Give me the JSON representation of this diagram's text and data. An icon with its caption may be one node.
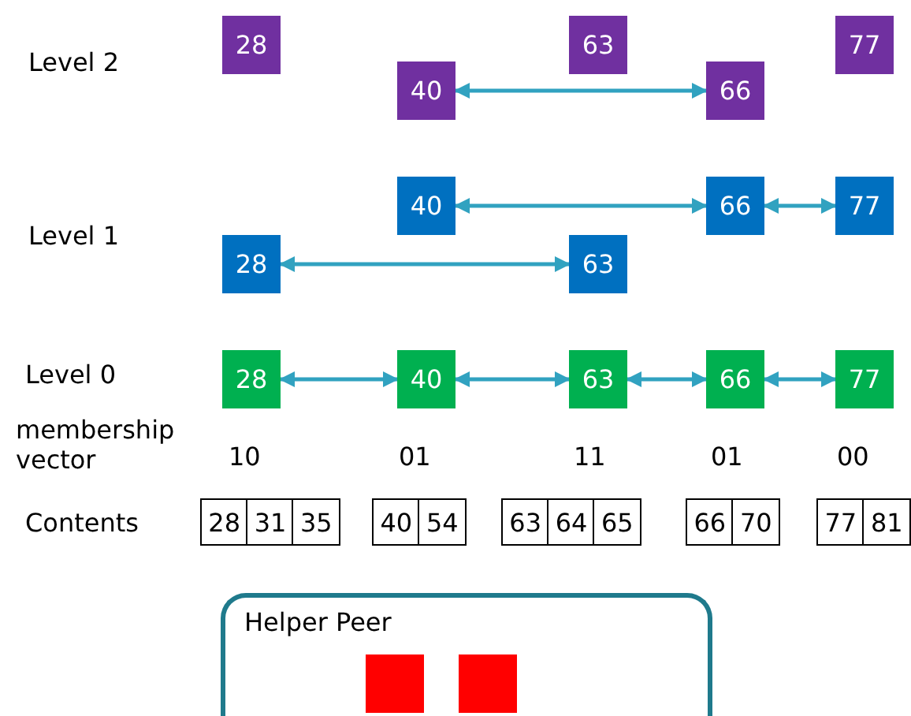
{
  "diagram": {
    "nodes": [
      {
        "text": [
          "28"
        ]
      },
      {
        "text": [
          "63"
        ]
      },
      {
        "text": [
          "77"
        ]
      },
      {
        "text": [
          "40"
        ]
      },
      {
        "text": [
          "66"
        ]
      },
      {
        "text": [
          "40"
        ]
      },
      {
        "text": [
          "66"
        ]
      },
      {
        "text": [
          "77"
        ]
      },
      {
        "text": [
          "28"
        ]
      },
      {
        "text": [
          "63"
        ]
      },
      {
        "text": [
          "28"
        ]
      },
      {
        "text": [
          "40"
        ]
      },
      {
        "text": [
          "63"
        ]
      },
      {
        "text": [
          "66"
        ]
      },
      {
        "text": [
          "77"
        ]
      },
      {
        "text": [
          "28",
          "31",
          "35"
        ]
      },
      {
        "text": [
          "40",
          "54"
        ]
      },
      {
        "text": [
          "63",
          "64",
          "65"
        ]
      },
      {
        "text": [
          "66",
          "70"
        ]
      },
      {
        "text": [
          "77",
          "81"
        ]
      },
      {
        "text": [
          "Helper Peer"
        ]
      },
      {
        "text": [],
        "shape": "box",
        "in": 20
      },
      {
        "text": [],
        "shape": "box",
        "in": 20
      }
    ],
    "edges": [
      {
        "from": 3,
        "to": 4,
        "arrow": "both"
      },
      {
        "from": 5,
        "to": 6,
        "arrow": "both"
      },
      {
        "from": 6,
        "to": 7,
        "arrow": "both"
      },
      {
        "from": 8,
        "to": 9,
        "arrow": "both"
      },
      {
        "from": 10,
        "to": 11,
        "arrow": "both"
      },
      {
        "from": 11,
        "to": 12,
        "arrow": "both"
      },
      {
        "from": 12,
        "to": 13,
        "arrow": "both"
      },
      {
        "from": 13,
        "to": 14,
        "arrow": "both"
      }
    ],
    "labels": [
      "Level 2",
      "Level 1",
      "Level 0",
      "membership vector",
      "10",
      "01",
      "11",
      "01",
      "00",
      "Contents"
    ]
  }
}
